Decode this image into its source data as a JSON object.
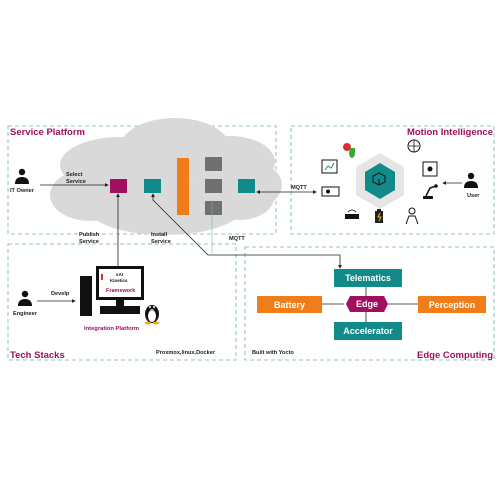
{
  "sections": {
    "service_platform": "Service Platform",
    "motion_intelligence": "Motion Intelligence",
    "tech_stacks": "Tech Stacks",
    "edge_computing": "Edge Computing"
  },
  "actors": {
    "it_owner": "IT Owner",
    "user": "User",
    "engineer": "Engineer"
  },
  "labels": {
    "select_service": [
      "Select",
      "Service"
    ],
    "publish_service": [
      "Publish",
      "Service"
    ],
    "install_service": [
      "Install",
      "Service"
    ],
    "mqtt_right": "MQTT",
    "mqtt_bottom": "MQTT",
    "develop": "Develp",
    "integration_platform": "Integration Platform",
    "framework": "Framework",
    "screen_line1": "xAI",
    "screen_line2": "Kinetics",
    "tech_stack_list": "Proxmox,linux,Docker",
    "built_with": "Built with Yocto"
  },
  "edge_boxes": {
    "telematics": "Telematics",
    "edge": "Edge",
    "battery": "Battery",
    "perception": "Perception",
    "accelerator": "Accelerator"
  },
  "colors": {
    "magenta": "#a0105e",
    "teal": "#138a8a",
    "orange": "#f07d1a",
    "gray": "#707070",
    "cloud": "#d9d9d9",
    "dashed": "#6fb3b3"
  }
}
